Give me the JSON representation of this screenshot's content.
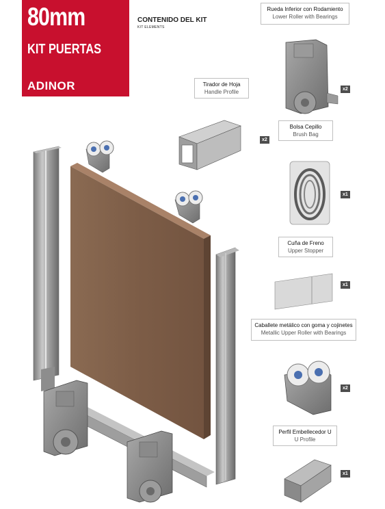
{
  "brand": {
    "size": "80mm",
    "kit": "KIT PUERTAS",
    "logo": "ADINOR",
    "color": "#c8102e"
  },
  "heading": {
    "title": "CONTENIDO DEL KIT",
    "subtitle": "KIT ELEMENTS"
  },
  "items": [
    {
      "es": "Rueda Inferior con Rodamiento",
      "en": "Lower Roller with Bearings",
      "qty": "x2"
    },
    {
      "es": "Tirador de Hoja",
      "en": "Handle Profile",
      "qty": "x2"
    },
    {
      "es": "Bolsa Cepillo",
      "en": "Brush Bag",
      "qty": "x1"
    },
    {
      "es": "Cuña de Freno",
      "en": "Upper Stopper",
      "qty": "x1"
    },
    {
      "es": "Caballete metálico con goma y cojinetes",
      "en": "Metallic Upper Roller with Bearings",
      "qty": "x2"
    },
    {
      "es": "Perfil Embellecedor U",
      "en": "U Profile",
      "qty": "x1"
    }
  ]
}
